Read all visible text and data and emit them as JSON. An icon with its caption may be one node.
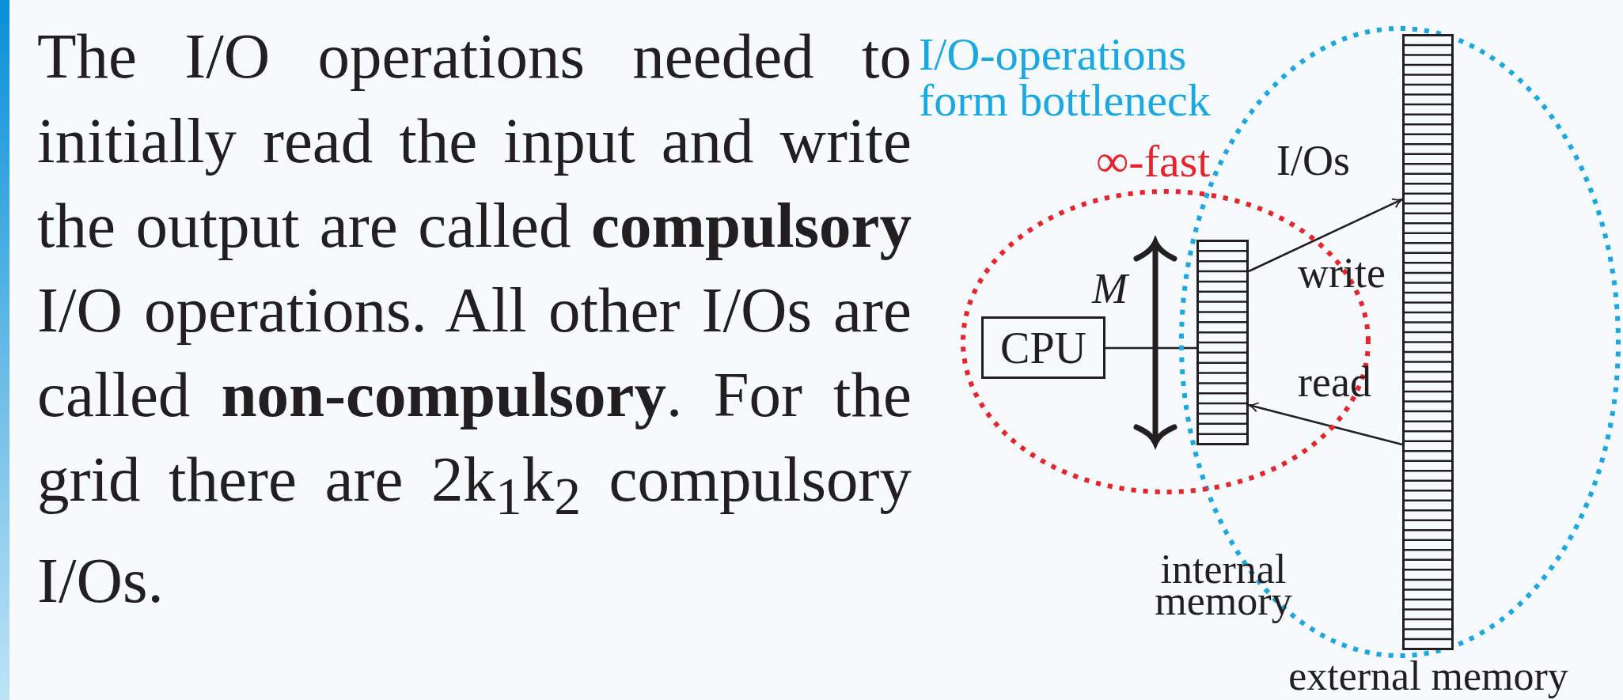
{
  "diagram": {
    "nodes": [
      {
        "text": [
          "I/O-operations form bottleneck"
        ]
      },
      {
        "text": [
          "∞-fast"
        ]
      },
      {
        "text": [
          "CPU"
        ],
        "in": 1
      },
      {
        "text": [
          "internal memory"
        ]
      },
      {
        "text": [
          "external memory"
        ],
        "in": 0
      }
    ],
    "edges": [
      {
        "from": 2,
        "to": 3,
        "arrow": "none"
      },
      {
        "from": 3,
        "to": 4,
        "arrow": "to",
        "label": "write"
      },
      {
        "from": 4,
        "to": 3,
        "arrow": "to",
        "label": "read"
      }
    ],
    "labels": [
      "The I/O operations needed to initially read the input and write the output are called **compulsory** I/O operations. All other I/Os are called **non-compulsory**. For the grid there are 2k$_{1}$k$_{2}$ compulsory I/Os.",
      "I/Os",
      "M"
    ]
  }
}
